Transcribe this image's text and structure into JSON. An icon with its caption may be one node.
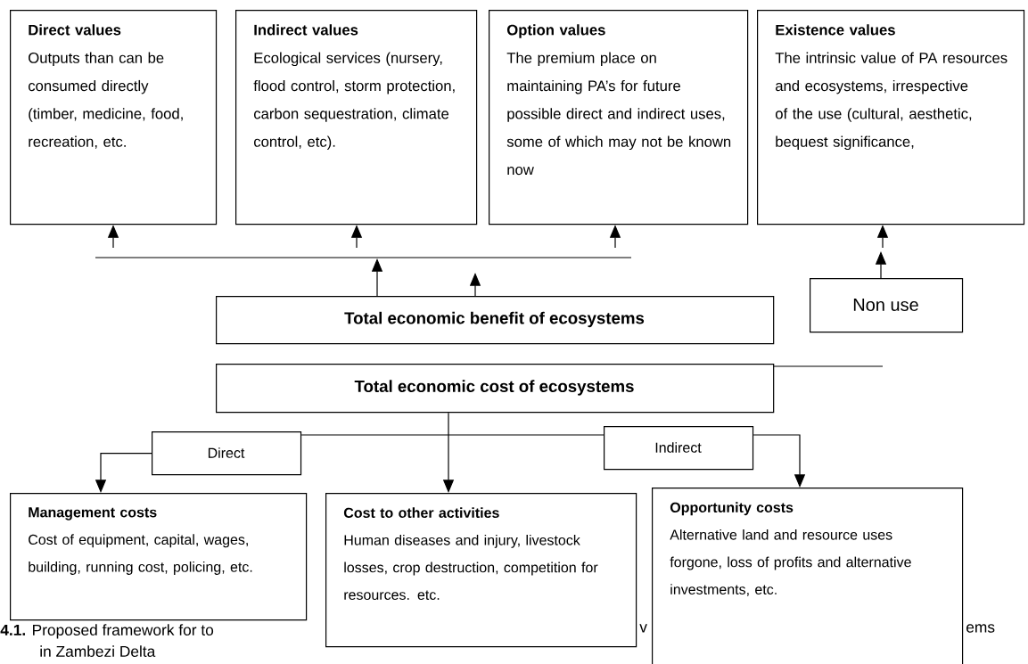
{
  "diagram": {
    "nodes": [
      {
        "text": [
          "Direct values",
          "Outputs than can be consumed directly (timber, medicine, food, recreation, etc."
        ]
      },
      {
        "text": [
          "Indirect values",
          "Ecological services (nursery, flood control, storm protection, carbon sequestration, climate control, etc)."
        ]
      },
      {
        "text": [
          "Option values",
          "The premium place on maintaining PA’s for future possible direct and indirect uses, some of which may not be known now"
        ]
      },
      {
        "text": [
          "Existence values",
          "The intrinsic value of PA resources and ecosystems, irrespective of the use (cultural, aesthetic, bequest significance,"
        ]
      },
      {
        "text": [
          "Total economic benefit of ecosystems"
        ]
      },
      {
        "text": [
          "Non use"
        ]
      },
      {
        "text": [
          "Total economic cost of ecosystems"
        ]
      },
      {
        "text": [
          "Direct"
        ]
      },
      {
        "text": [
          "Indirect"
        ]
      },
      {
        "text": [
          "Management costs",
          "Cost of equipment, capital, wages, building, running cost, policing, etc."
        ]
      },
      {
        "text": [
          "Cost to other activities",
          "Human diseases and injury, livestock losses, crop destruction, competition for resources. etc."
        ]
      },
      {
        "text": [
          "Opportunity costs",
          "Alternative land and resource uses forgone, loss of profits and alternative investments, etc."
        ]
      }
    ],
    "edges": [
      {
        "from": null,
        "to": 0,
        "arrow": "to"
      },
      {
        "from": null,
        "to": 1,
        "arrow": "to"
      },
      {
        "from": null,
        "to": 2,
        "arrow": "to"
      },
      {
        "from": null,
        "to": 3,
        "arrow": "to"
      },
      {
        "from": 4,
        "to": null,
        "arrow": "to"
      },
      {
        "from": 4,
        "to": null,
        "arrow": "to"
      },
      {
        "from": 5,
        "to": null,
        "arrow": "to"
      },
      {
        "from": 6,
        "to": 10,
        "arrow": "to"
      },
      {
        "from": 7,
        "to": 9,
        "arrow": "to"
      },
      {
        "from": 8,
        "to": 11,
        "arrow": "to"
      },
      {
        "from": 7,
        "to": 8,
        "arrow": "none"
      }
    ],
    "labels": [
      "**4.1.** Proposed framework for to",
      "v",
      "ems",
      "in Zambezi Delta"
    ]
  }
}
